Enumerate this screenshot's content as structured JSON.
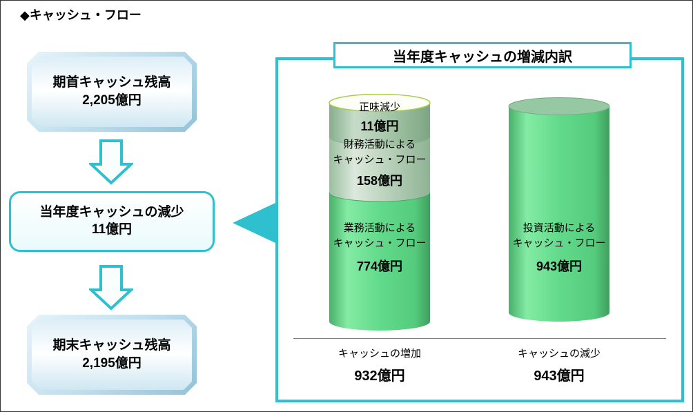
{
  "page": {
    "title": "◆キャッシュ・フロー"
  },
  "flow": {
    "start_box": {
      "line1": "期首キャッシュ残高",
      "line2": "2,205億円"
    },
    "decrease_box": {
      "line1": "当年度キャッシュの減少",
      "line2": "11億円"
    },
    "end_box": {
      "line1": "期末キャッシュ残高",
      "line2": "2,195億円"
    }
  },
  "panel": {
    "title": "当年度キャッシュの増減内訳",
    "increase_column": {
      "segments": [
        {
          "label": "正味減少",
          "value": "11億円"
        },
        {
          "label1": "財務活動による",
          "label2": "キャッシュ・フロー",
          "value": "158億円"
        },
        {
          "label1": "業務活動による",
          "label2": "キャッシュ・フロー",
          "value": "774億円"
        }
      ],
      "footer_label": "キャッシュの増加",
      "footer_value": "932億円"
    },
    "decrease_column": {
      "label1": "投資活動による",
      "label2": "キャッシュ・フロー",
      "value": "943億円",
      "footer_label": "キャッシュの減少",
      "footer_value": "943億円"
    }
  },
  "colors": {
    "accent_cyan": "#2EC0CE",
    "box_blue_light": "#D7ECF6",
    "cylinder_green": "#5FD98A",
    "cylinder_gray_green": "#9FC2A3",
    "rim_outline_green": "#A8CE4A"
  },
  "chart_data": {
    "type": "bar",
    "title": "当年度キャッシュの増減内訳",
    "categories": [
      "キャッシュの増加",
      "キャッシュの減少"
    ],
    "series": [
      {
        "name": "業務活動によるキャッシュ・フロー",
        "values": [
          774,
          0
        ]
      },
      {
        "name": "財務活動によるキャッシュ・フロー",
        "values": [
          158,
          0
        ]
      },
      {
        "name": "正味減少",
        "values": [
          11,
          0
        ]
      },
      {
        "name": "投資活動によるキャッシュ・フロー",
        "values": [
          0,
          943
        ]
      }
    ],
    "totals": {
      "キャッシュの増加": 932,
      "キャッシュの減少": 943
    },
    "unit": "億円",
    "legend_position": "none",
    "grid": false
  }
}
